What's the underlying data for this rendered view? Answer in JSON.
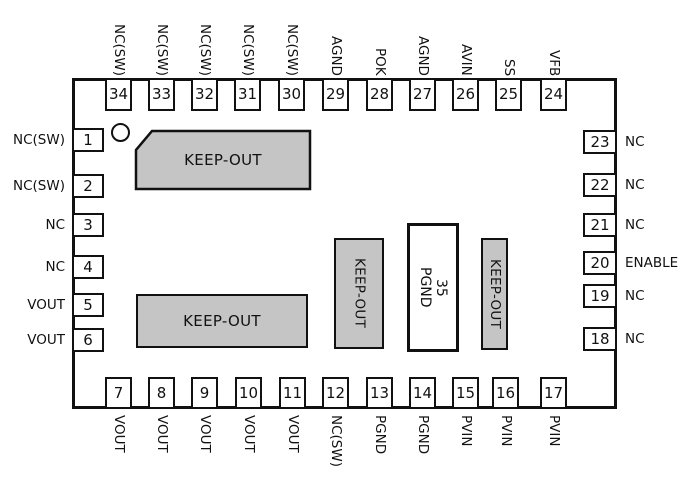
{
  "keep_out_label": "KEEP-OUT",
  "center_pad": {
    "number": "35",
    "label": "PGND"
  },
  "pins": {
    "top": [
      {
        "num": "34",
        "label": "NC(SW)"
      },
      {
        "num": "33",
        "label": "NC(SW)"
      },
      {
        "num": "32",
        "label": "NC(SW)"
      },
      {
        "num": "31",
        "label": "NC(SW)"
      },
      {
        "num": "30",
        "label": "NC(SW)"
      },
      {
        "num": "29",
        "label": "AGND"
      },
      {
        "num": "28",
        "label": "POK"
      },
      {
        "num": "27",
        "label": "AGND"
      },
      {
        "num": "26",
        "label": "AVIN"
      },
      {
        "num": "25",
        "label": "SS"
      },
      {
        "num": "24",
        "label": "VFB"
      }
    ],
    "left": [
      {
        "num": "1",
        "label": "NC(SW)"
      },
      {
        "num": "2",
        "label": "NC(SW)"
      },
      {
        "num": "3",
        "label": "NC"
      },
      {
        "num": "4",
        "label": "NC"
      },
      {
        "num": "5",
        "label": "VOUT"
      },
      {
        "num": "6",
        "label": "VOUT"
      }
    ],
    "right": [
      {
        "num": "23",
        "label": "NC"
      },
      {
        "num": "22",
        "label": "NC"
      },
      {
        "num": "21",
        "label": "NC"
      },
      {
        "num": "20",
        "label": "ENABLE"
      },
      {
        "num": "19",
        "label": "NC"
      },
      {
        "num": "18",
        "label": "NC"
      }
    ],
    "bottom": [
      {
        "num": "7",
        "label": "VOUT"
      },
      {
        "num": "8",
        "label": "VOUT"
      },
      {
        "num": "9",
        "label": "VOUT"
      },
      {
        "num": "10",
        "label": "VOUT"
      },
      {
        "num": "11",
        "label": "VOUT"
      },
      {
        "num": "12",
        "label": "NC(SW)"
      },
      {
        "num": "13",
        "label": "PGND"
      },
      {
        "num": "14",
        "label": "PGND"
      },
      {
        "num": "15",
        "label": "PVIN"
      },
      {
        "num": "16",
        "label": "PVIN"
      },
      {
        "num": "17",
        "label": "PVIN"
      }
    ]
  },
  "colors": {
    "outline": "#111111",
    "keep_out_fill": "#c5c5c5",
    "background": "#ffffff"
  }
}
